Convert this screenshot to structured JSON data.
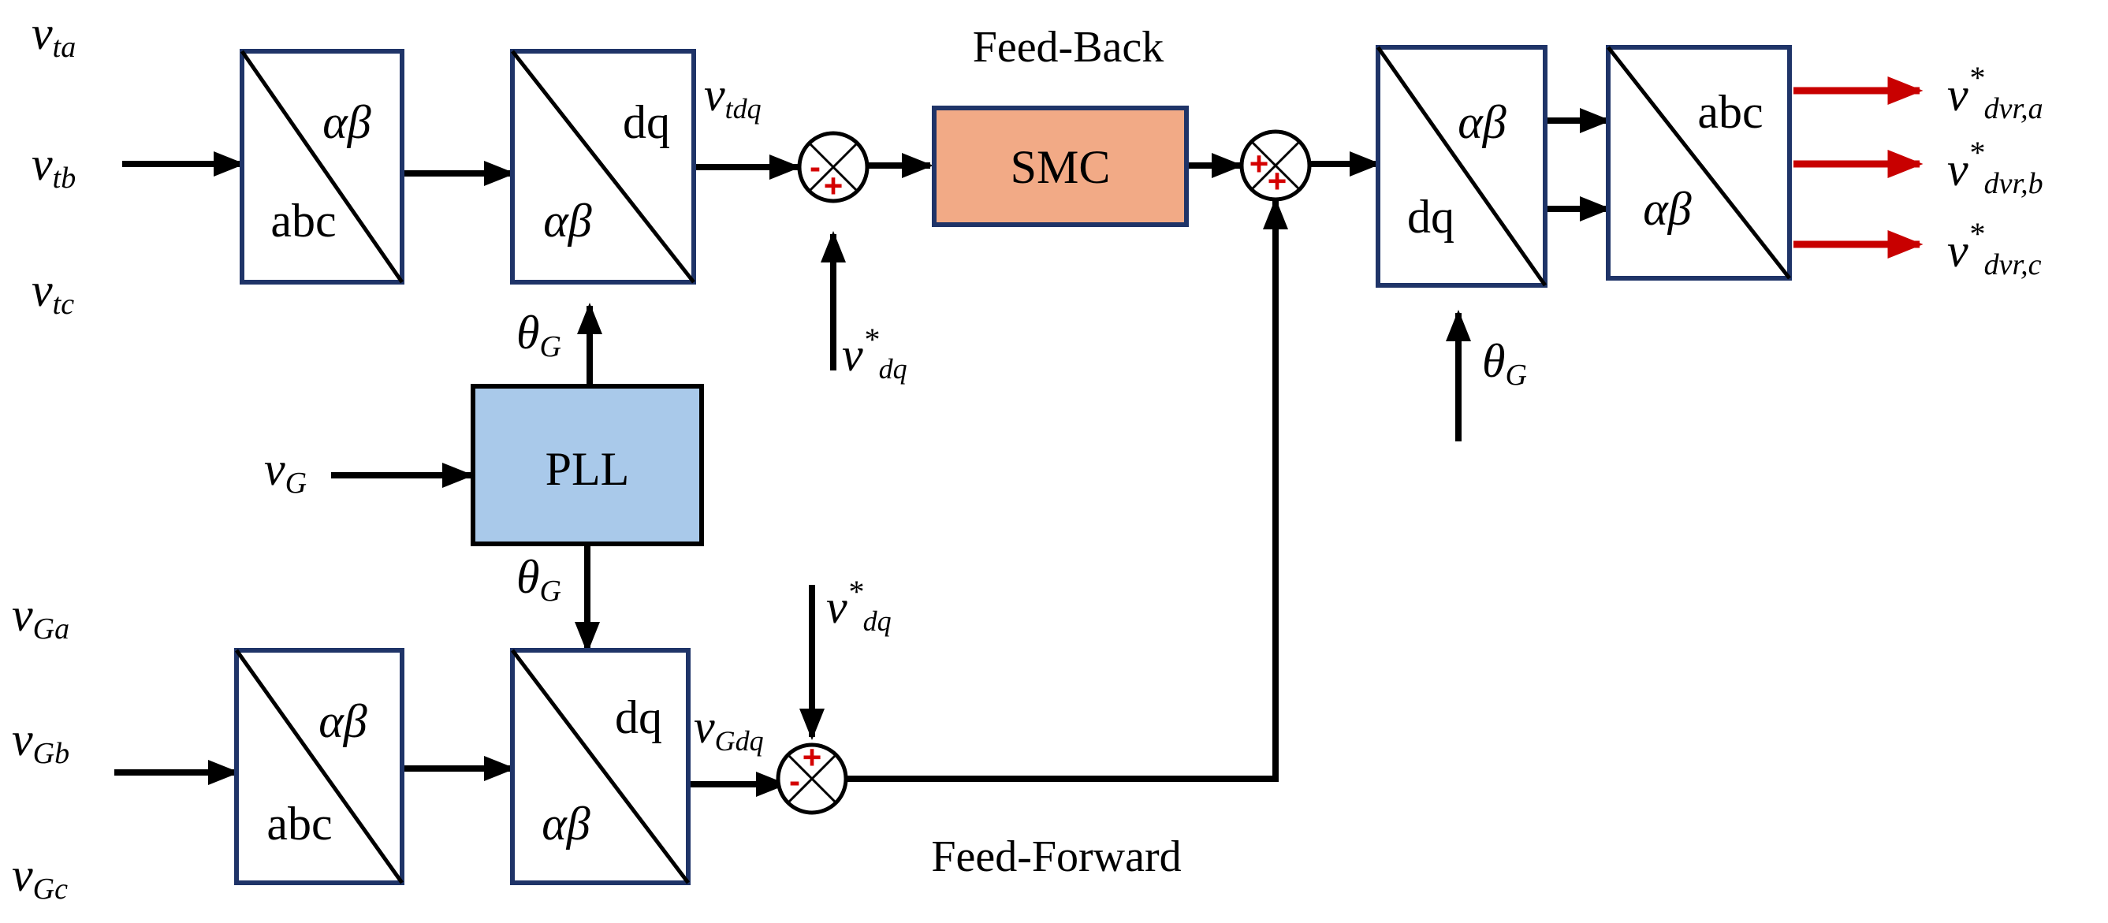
{
  "labels": {
    "feedback": "Feed-Back",
    "feedforward": "Feed-Forward",
    "smc": "SMC",
    "pll": "PLL"
  },
  "transforms": {
    "abc_to_ab_top": {
      "top_right": "αβ",
      "bottom_left": "abc"
    },
    "ab_to_dq_top": {
      "top_right": "dq",
      "bottom_left": "αβ"
    },
    "abc_to_ab_bot": {
      "top_right": "αβ",
      "bottom_left": "abc"
    },
    "ab_to_dq_bot": {
      "top_right": "dq",
      "bottom_left": "αβ"
    },
    "dq_to_ab": {
      "top_right": "αβ",
      "bottom_left": "dq"
    },
    "ab_to_abc": {
      "top_right": "abc",
      "bottom_left": "αβ"
    }
  },
  "signals": {
    "vta": {
      "base": "v",
      "sub": "ta"
    },
    "vtb": {
      "base": "v",
      "sub": "tb"
    },
    "vtc": {
      "base": "v",
      "sub": "tc"
    },
    "vtdq": {
      "base": "v",
      "sub": "tdq"
    },
    "vdq_ref_top": {
      "base": "v",
      "sup": "*",
      "sub": "dq"
    },
    "vdq_ref_bot": {
      "base": "v",
      "sup": "*",
      "sub": "dq"
    },
    "theta_top": {
      "base": "θ",
      "sub": "G"
    },
    "theta_mid": {
      "base": "θ",
      "sub": "G"
    },
    "theta_right": {
      "base": "θ",
      "sub": "G"
    },
    "vG": {
      "base": "v",
      "sub": "G"
    },
    "vGa": {
      "base": "v",
      "sub": "Ga"
    },
    "vGb": {
      "base": "v",
      "sub": "Gb"
    },
    "vGc": {
      "base": "v",
      "sub": "Gc"
    },
    "vGdq": {
      "base": "v",
      "sub": "Gdq"
    },
    "vdvr_a": {
      "base": "v",
      "sup": "*",
      "sub": "dvr,a"
    },
    "vdvr_b": {
      "base": "v",
      "sup": "*",
      "sub": "dvr,b"
    },
    "vdvr_c": {
      "base": "v",
      "sup": "*",
      "sub": "dvr,c"
    }
  },
  "summers": {
    "feedback_sum": {
      "left": "-",
      "bottom": "+"
    },
    "combine_sum": {
      "left": "+",
      "bottom": "+"
    },
    "feedforward_sum": {
      "top": "+",
      "left": "-"
    }
  },
  "colors": {
    "block_border": "#1f3468",
    "smc_fill": "#f2aa86",
    "pll_fill": "#a9c9ea",
    "output_arrow": "#c80000",
    "sign_color": "#d40000"
  }
}
